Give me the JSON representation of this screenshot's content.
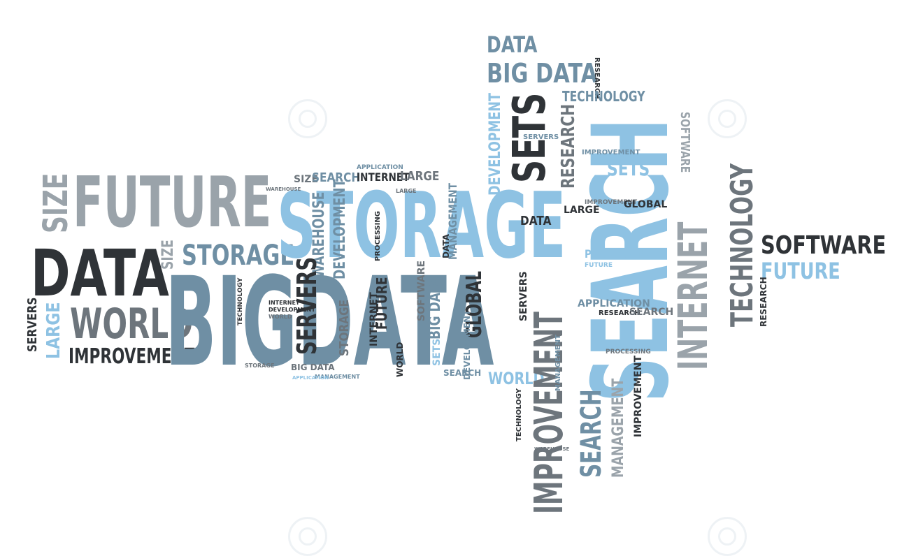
{
  "words": {
    "data_top": "DATA",
    "big_data_top": "BIG DATA",
    "research_top": "RESEARCH",
    "technology_top": "TECHNOLOGY",
    "development_col": "DEVELOPMENT",
    "sets_big": "SETS",
    "research_col": "RESEARCH",
    "search_huge": "SEARCH",
    "software_col": "SOFTWARE",
    "servers_small": "SERVERS",
    "improvement_small": "IMPROVEMENT",
    "sets_mid": "SETS",
    "size_left": "SIZE",
    "future_big": "FUTURE",
    "data_big": "DATA",
    "size_small": "SIZE",
    "storage_mid": "STORAGE",
    "storage_huge": "STORAGE",
    "search_mid": "SEARCH",
    "size_tiny": "SIZE",
    "internet_mid": "INTERNET",
    "large_mid": "LARGE",
    "application_small": "APPLICATION",
    "warehouse_col": "WAREHOUSE",
    "development_col2": "DEVELOPMENT",
    "processing_col": "PROCESSING",
    "data_mgmt": "DATA",
    "management_col": "MANAGEMENT",
    "data_right": "DATA",
    "large_right": "LARGE",
    "improvement_right": "IMPROVEMENT",
    "global_right": "GLOBAL",
    "processing_right": "PROCESSING",
    "future_right": "FUTURE",
    "internet_big": "INTERNET",
    "technology_big": "TECHNOLOGY",
    "software_big": "SOFTWARE",
    "future_blue": "FUTURE",
    "research_right": "RESEARCH",
    "servers_left": "SERVERS",
    "large_left": "LARGE",
    "world_big": "WORLD",
    "improvement_left": "IMPROVEMENT",
    "big_data_huge": "BIGDATA",
    "servers_col": "SERVERS",
    "storage_col": "STORAGE",
    "internet_col": "INTERNET",
    "future_col": "FUTURE",
    "big_data_col": "BIG DATA",
    "software_col2": "SOFTWARE",
    "global_col": "GLOBAL",
    "sets_col": "SETS",
    "world_col": "WORLD",
    "development_col3": "DEVELOPMENT",
    "search_small": "SEARCH",
    "world_blue": "WORLD",
    "improvement_huge": "IMPROVEMENT",
    "search_col": "SEARCH",
    "management_col2": "MANAGEMENT",
    "improvement_col": "IMPROVEMENT",
    "management_col3": "MANAGEMENT",
    "servers_right": "SERVERS",
    "application_right": "APPLICATION",
    "research_small": "RESEARCH",
    "search_right": "SEARCH",
    "processing_small": "PROCESSING",
    "big_data_small": "BIG DATA",
    "management_small": "MANAGEMENT",
    "warehouse_small": "WAREHOUSE",
    "technology_small": "TECHNOLOGY",
    "large_small": "LARGE",
    "technology_col": "TECHNOLOGY",
    "internet_small": "INTERNET",
    "development_small": "DEVELOPMENT",
    "world_small": "WORLD",
    "storage_small": "STORAGE",
    "warehouse_tiny": "WAREHOUSE",
    "application_tiny": "APPLICATION"
  },
  "palette": {
    "steel_blue": "#6f8fa4",
    "light_blue": "#8ec2e3",
    "charcoal": "#2f3337",
    "light_gray": "#9aa3aa",
    "mid_gray": "#6d757c"
  }
}
